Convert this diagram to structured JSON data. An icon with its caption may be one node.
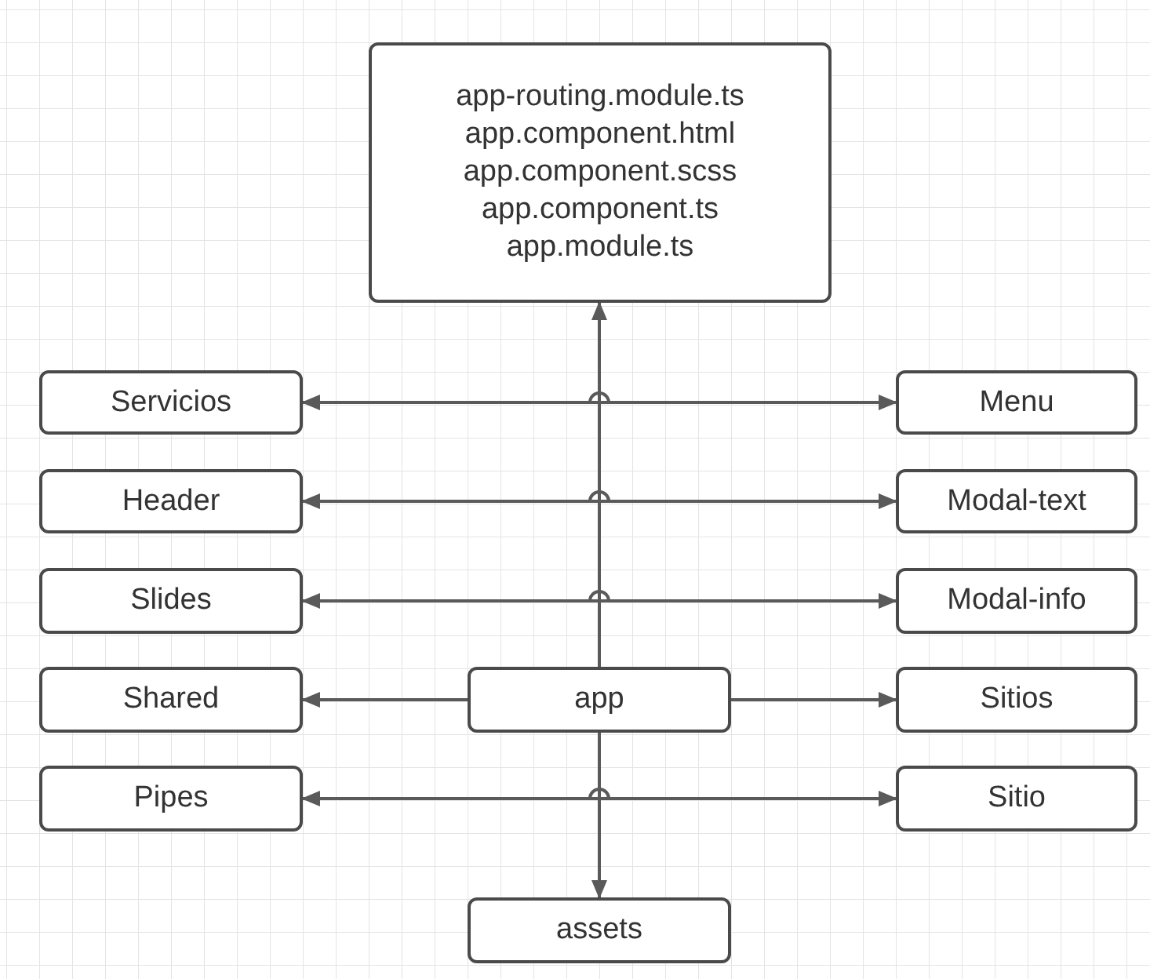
{
  "diagram": {
    "nodes": [
      {
        "text": [
          "app-routing.module.ts app.component.html app.component.scss app.component.ts app.module.ts"
        ]
      },
      {
        "text": [
          "Servicios"
        ]
      },
      {
        "text": [
          "Menu"
        ]
      },
      {
        "text": [
          "Header"
        ]
      },
      {
        "text": [
          "Modal-text"
        ]
      },
      {
        "text": [
          "Slides"
        ]
      },
      {
        "text": [
          "Modal-info"
        ]
      },
      {
        "text": [
          "Shared"
        ]
      },
      {
        "text": [
          "app"
        ]
      },
      {
        "text": [
          "Sitios"
        ]
      },
      {
        "text": [
          "Pipes"
        ]
      },
      {
        "text": [
          "Sitio"
        ]
      },
      {
        "text": [
          "assets"
        ]
      }
    ],
    "edges": [
      {
        "from": 8,
        "to": 0,
        "arrow": "to"
      },
      {
        "from": 1,
        "to": 2,
        "arrow": "both"
      },
      {
        "from": 3,
        "to": 4,
        "arrow": "both"
      },
      {
        "from": 5,
        "to": 6,
        "arrow": "both"
      },
      {
        "from": 8,
        "to": 7,
        "arrow": "to"
      },
      {
        "from": 8,
        "to": 9,
        "arrow": "to"
      },
      {
        "from": 10,
        "to": 11,
        "arrow": "both"
      },
      {
        "from": 8,
        "to": 12,
        "arrow": "to"
      }
    ]
  }
}
